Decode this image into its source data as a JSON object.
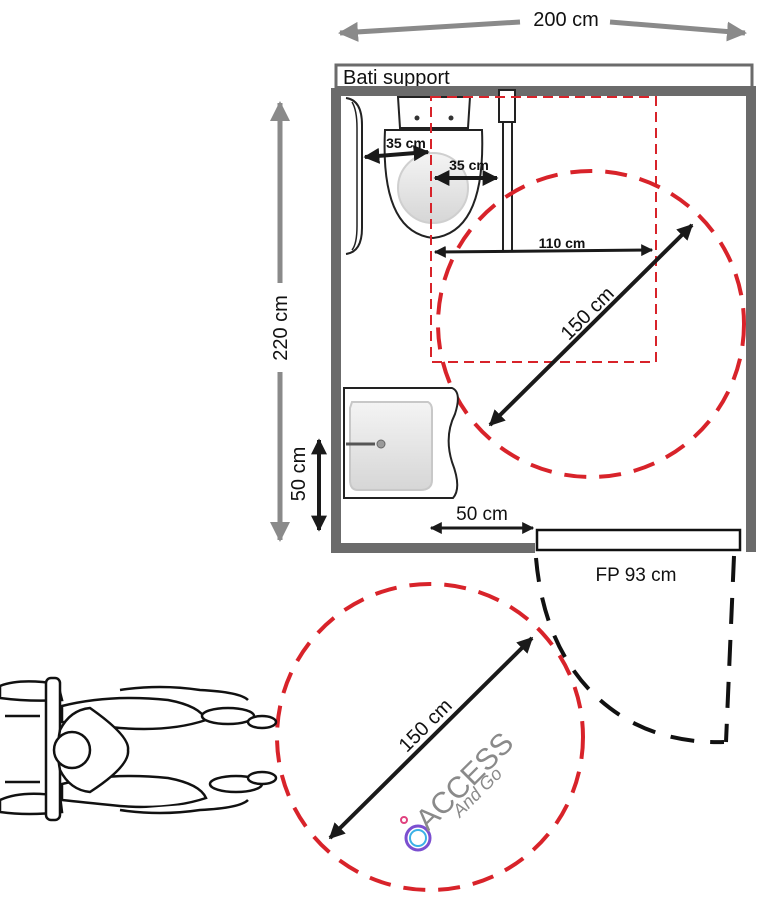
{
  "dimensions": {
    "room_width": "200 cm",
    "room_depth": "220 cm",
    "bati_support": "Bati support",
    "wc_offset_left": "35 cm",
    "wc_offset_right": "35 cm",
    "transfer_zone_width": "110 cm",
    "turning_circle_inside": "150 cm",
    "sink_depth": "50 cm",
    "door_clearance": "50 cm",
    "door_width": "FP 93 cm",
    "turning_circle_outside": "150 cm"
  },
  "logo": {
    "main": "ACCESS",
    "sub": "And Go"
  },
  "colors": {
    "wall": "#6b6b6b",
    "dimension_arrow_gray": "#8a8a8a",
    "dimension_arrow_black": "#1a1a1a",
    "turning_circle": "#d8232a",
    "door_swing": "#111111"
  }
}
